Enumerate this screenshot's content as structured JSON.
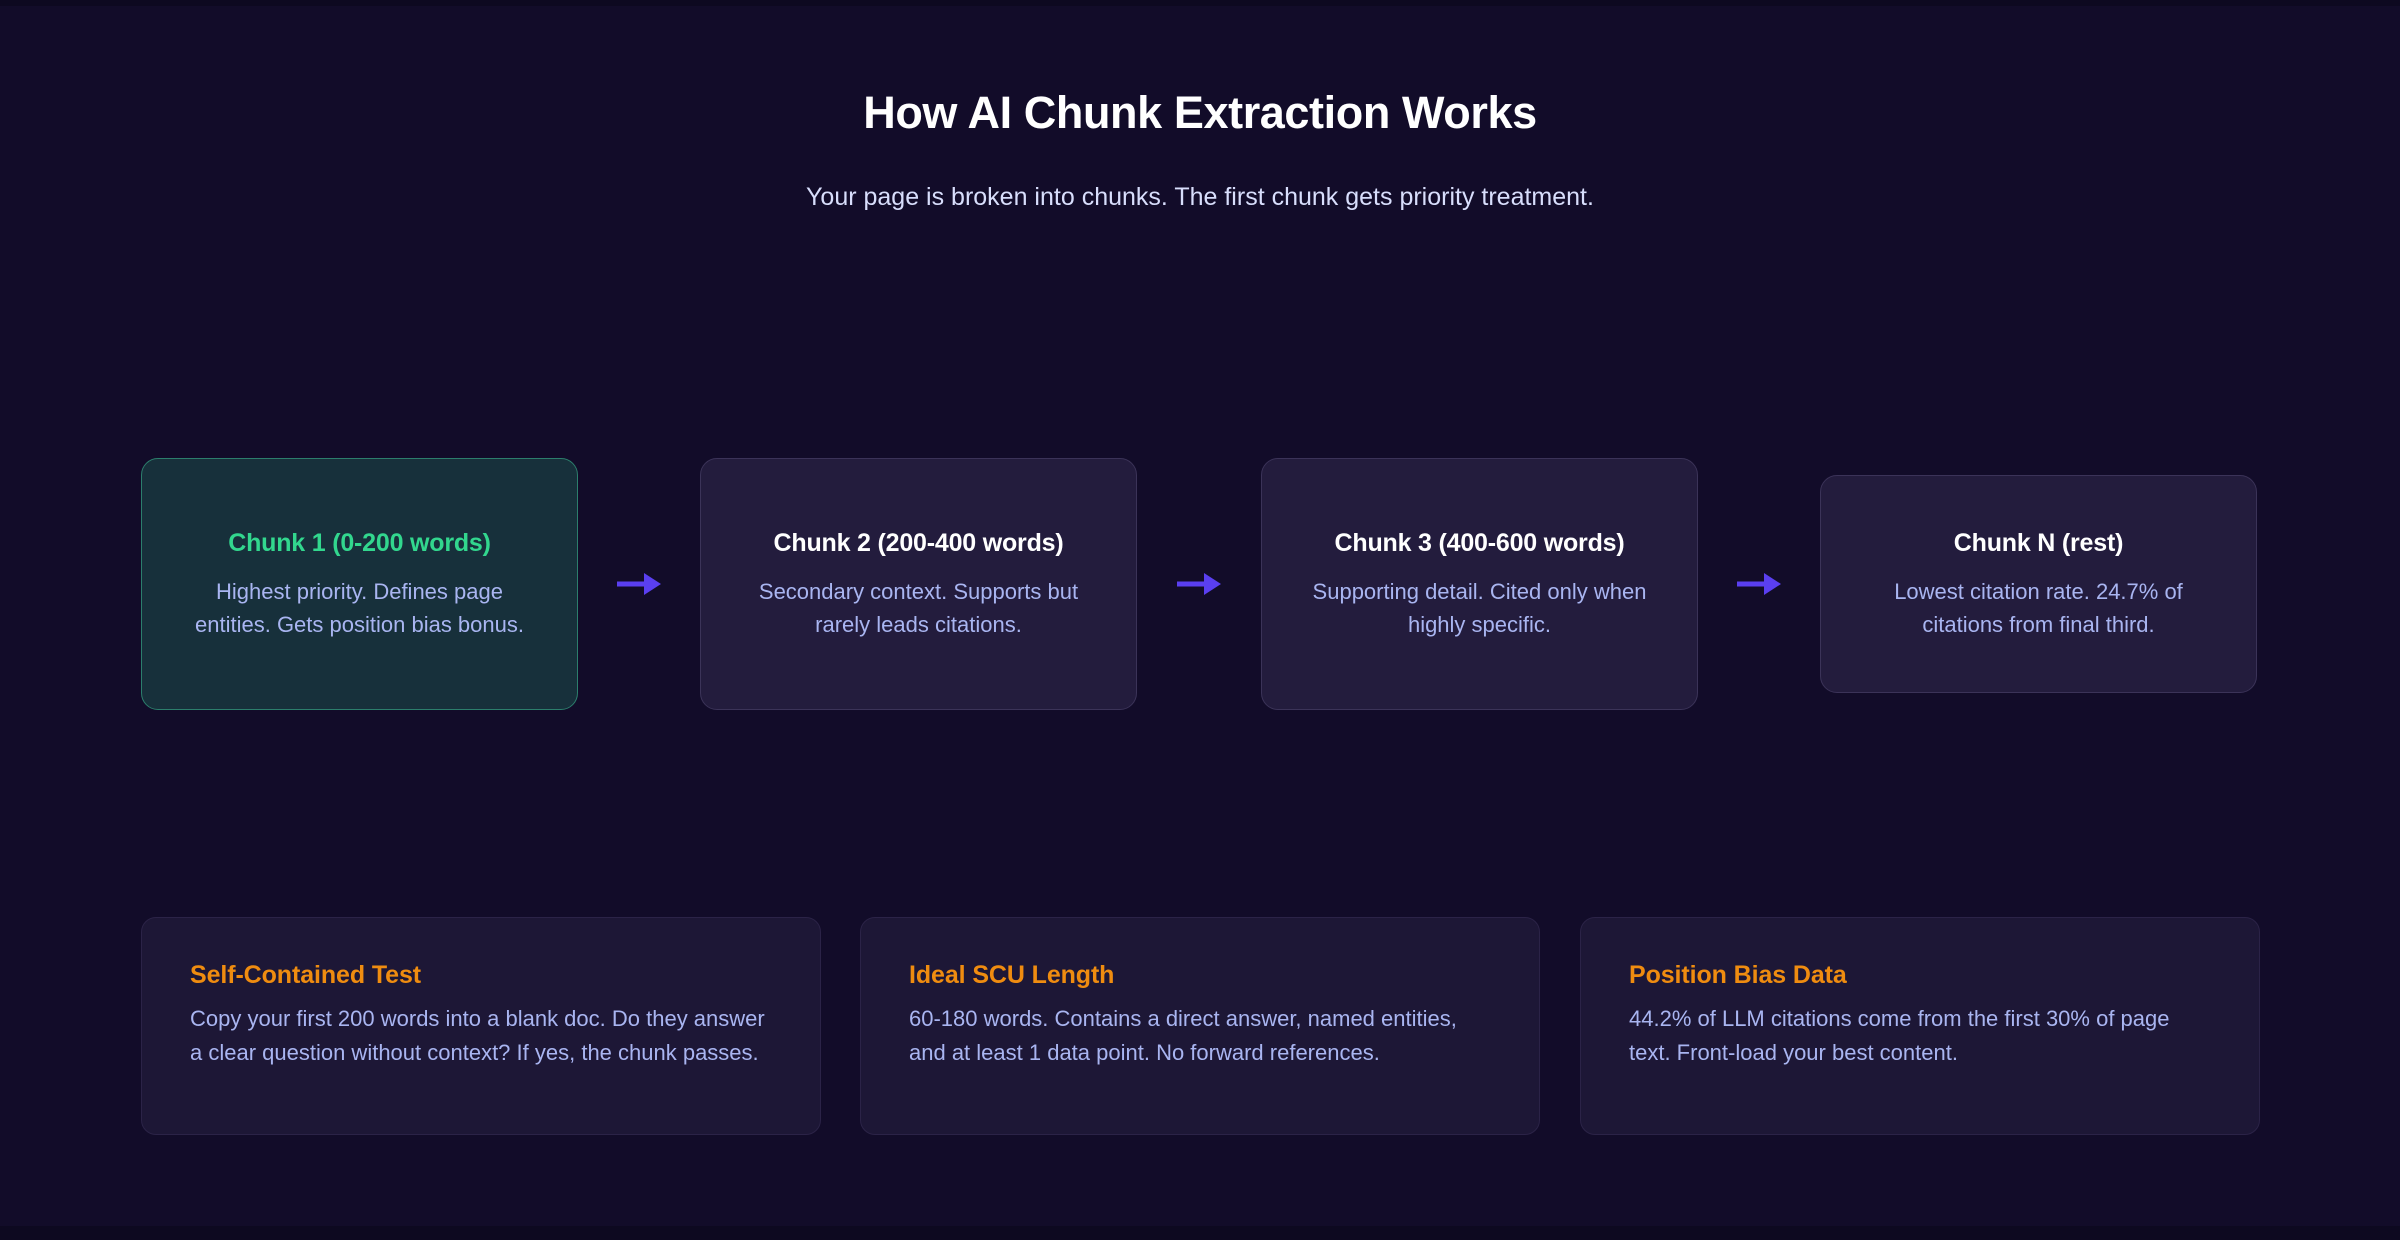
{
  "header": {
    "title": "How AI Chunk Extraction Works",
    "subtitle": "Your page is broken into chunks. The first chunk gets priority treatment."
  },
  "colors": {
    "page_background": "#120c29",
    "highlight_green": "#32d78e",
    "highlight_orange": "#ef8c10",
    "arrow_violet": "#5a3ff0",
    "body_text": "#a9b5f1",
    "heading_text": "#ffffff",
    "subtitle_text": "#d8defc",
    "chunk_card_background": "#231c3d",
    "chunk1_card_background": "#17303b",
    "chunk1_card_border": "#2c7e6c",
    "info_card_background": "#1d1736"
  },
  "flow": {
    "arrow_glyph": "arrow-right-icon",
    "chunks": [
      {
        "title": "Chunk 1 (0-200 words)",
        "desc": "Highest priority. Defines page entities. Gets position bias bonus.",
        "highlighted": true
      },
      {
        "title": "Chunk 2 (200-400 words)",
        "desc": "Secondary context. Supports but rarely leads citations.",
        "highlighted": false
      },
      {
        "title": "Chunk 3 (400-600 words)",
        "desc": "Supporting detail. Cited only when highly specific.",
        "highlighted": false
      },
      {
        "title": "Chunk N (rest)",
        "desc": "Lowest citation rate. 24.7% of citations from final third.",
        "highlighted": false
      }
    ]
  },
  "info_cards": [
    {
      "title": "Self-Contained Test",
      "desc": "Copy your first 200 words into a blank doc. Do they answer a clear question without context? If yes, the chunk passes."
    },
    {
      "title": "Ideal SCU Length",
      "desc": "60-180 words. Contains a direct answer, named entities, and at least 1 data point. No forward references."
    },
    {
      "title": "Position Bias Data",
      "desc": "44.2% of LLM citations come from the first 30% of page text. Front-load your best content."
    }
  ]
}
